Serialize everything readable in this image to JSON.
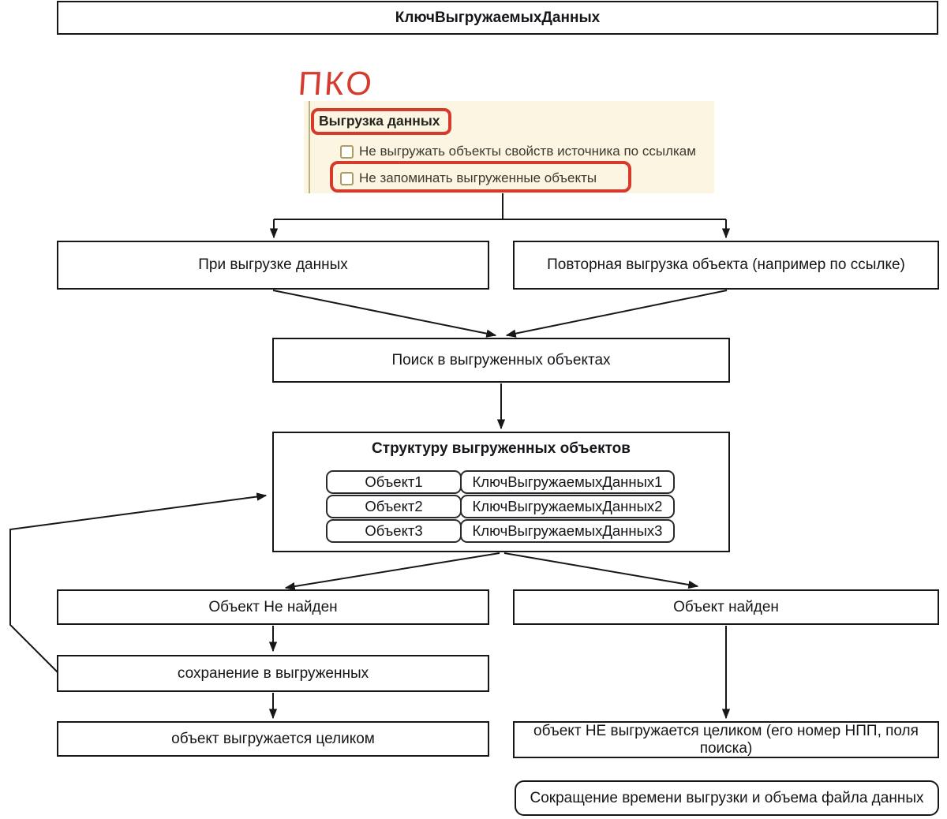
{
  "title": "КлючВыгружаемыхДанных",
  "screenshot": {
    "heading": "ПКО",
    "group_title": "Выгрузка данных",
    "checkbox1_label": "Не выгружать объекты свойств источника по ссылкам",
    "checkbox2_label": "Не запоминать выгруженные объекты"
  },
  "nodes": {
    "when_unloading": "При выгрузке данных",
    "repeat_unload": "Повторная выгрузка объекта (например по ссылке)",
    "search": "Поиск в выгруженных объектах",
    "structure_title": "Структуру выгруженных объектов",
    "not_found": "Объект Не найден",
    "save": "сохранение в выгруженных",
    "full_unload": "объект выгружается целиком",
    "found": "Объект найден",
    "not_full_unload": "объект НЕ выгружается целиком (его номер НПП, поля поиска)",
    "benefit": "Сокращение времени выгрузки и объема файла данных"
  },
  "structure_rows": [
    {
      "object": "Объект1",
      "key": "КлючВыгружаемыхДанных1"
    },
    {
      "object": "Объект2",
      "key": "КлючВыгружаемыхДанных2"
    },
    {
      "object": "Объект3",
      "key": "КлючВыгружаемыхДанных3"
    }
  ],
  "colors": {
    "accent_red": "#d63a2c",
    "panel_bg": "#fcf5e2",
    "line": "#17171a"
  }
}
